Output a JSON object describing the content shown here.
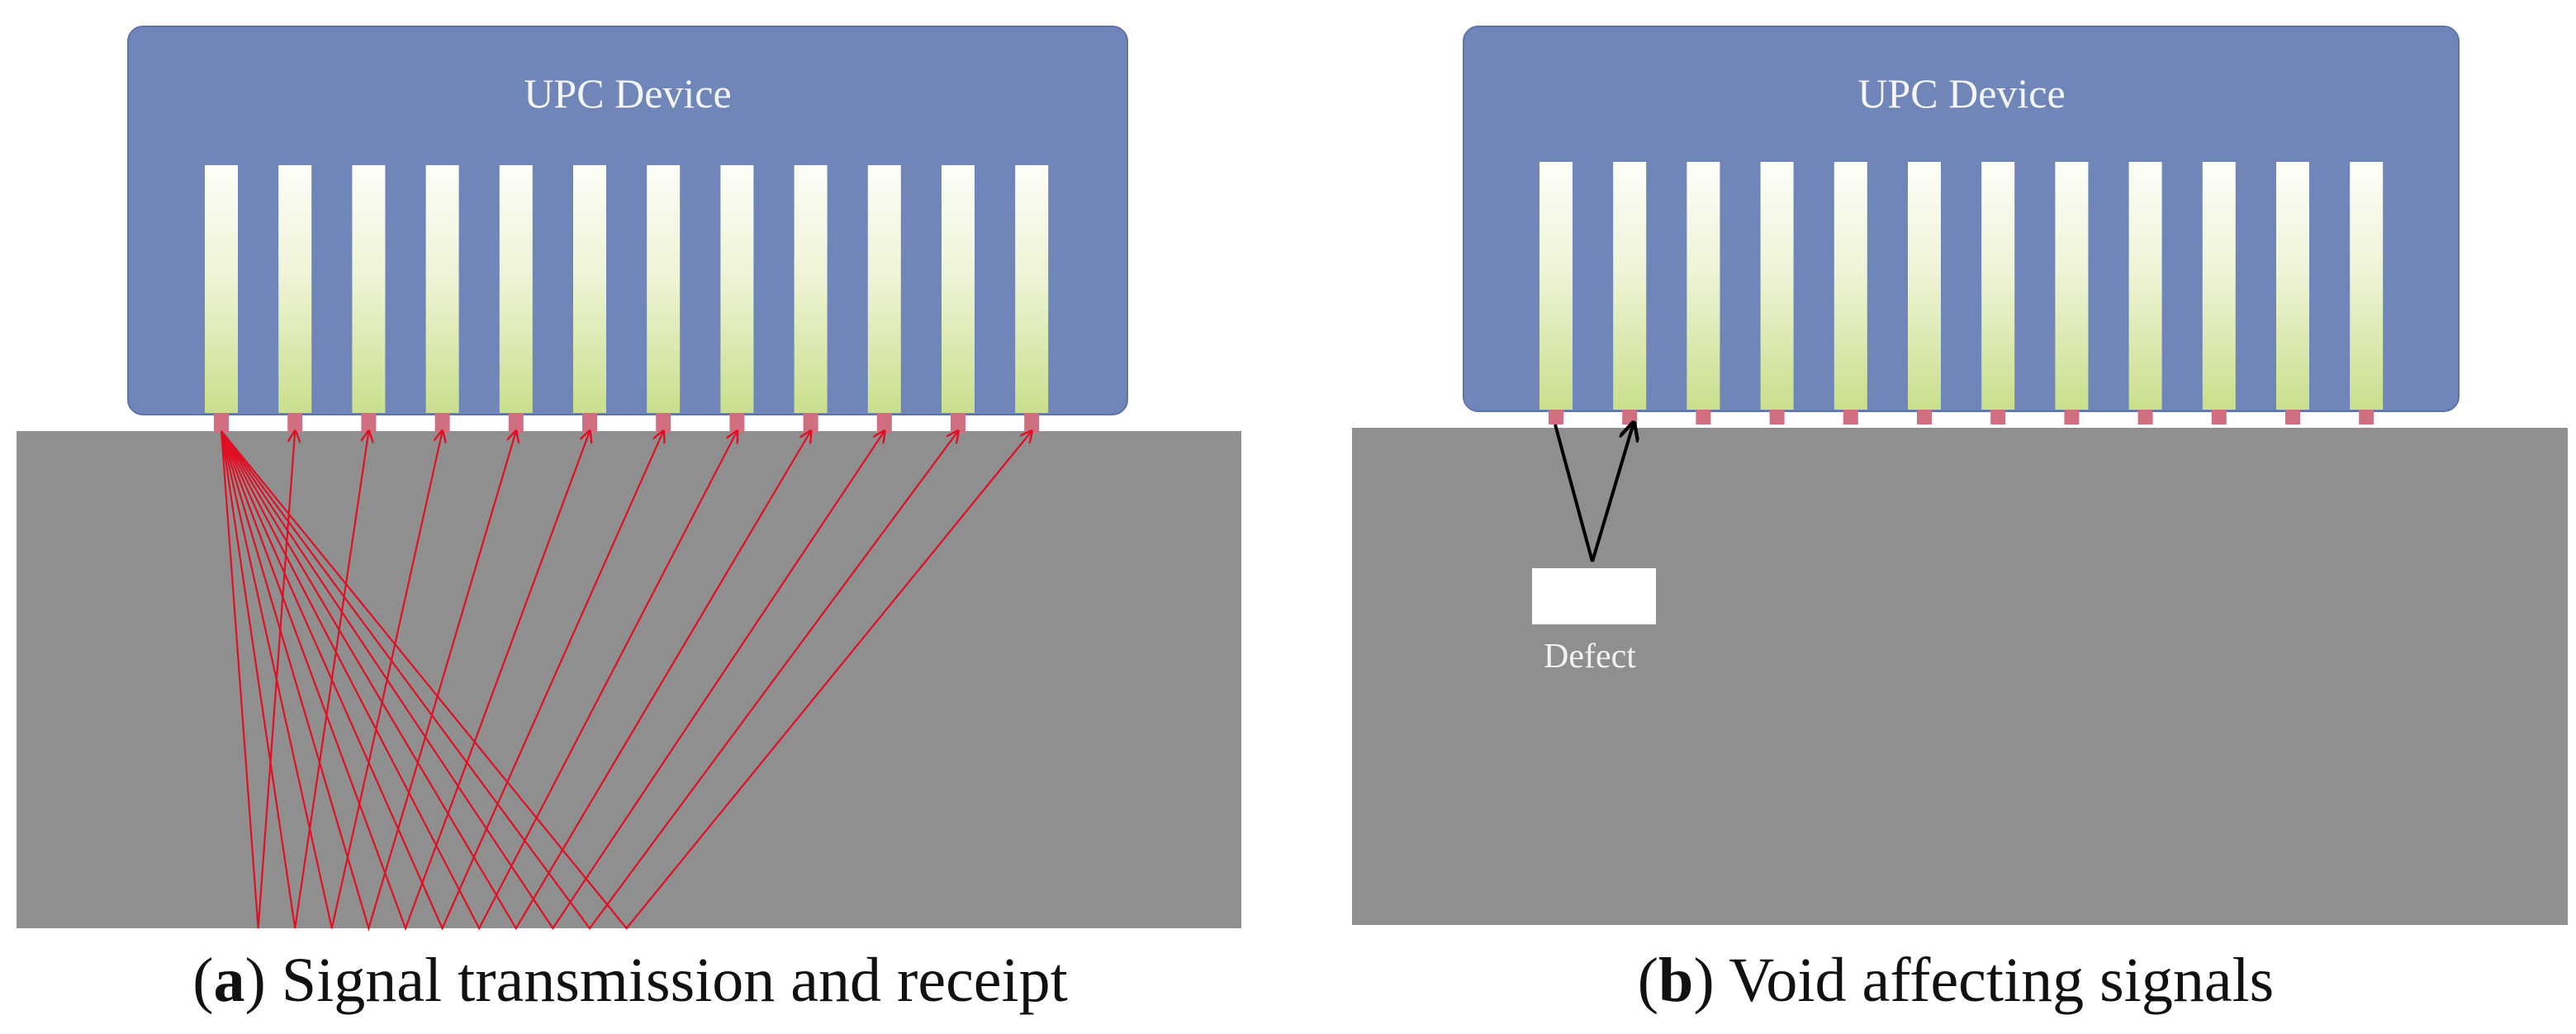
{
  "panels": [
    {
      "id": "a",
      "device_label": "UPC Device",
      "caption_letter": "a",
      "caption_text": " Signal transmission and receipt",
      "sensor_count": 12
    },
    {
      "id": "b",
      "device_label": "UPC Device",
      "caption_letter": "b",
      "caption_text": " Void affecting signals",
      "sensor_count": 12,
      "defect_label": "Defect"
    }
  ],
  "colors": {
    "device_fill": "#7186b8",
    "concrete_fill": "#8f8f8f",
    "sensor_tip": "#cf6f80",
    "signal_ray": "#e00f24",
    "reflection_ray": "#000000",
    "defect_fill": "#ffffff"
  }
}
